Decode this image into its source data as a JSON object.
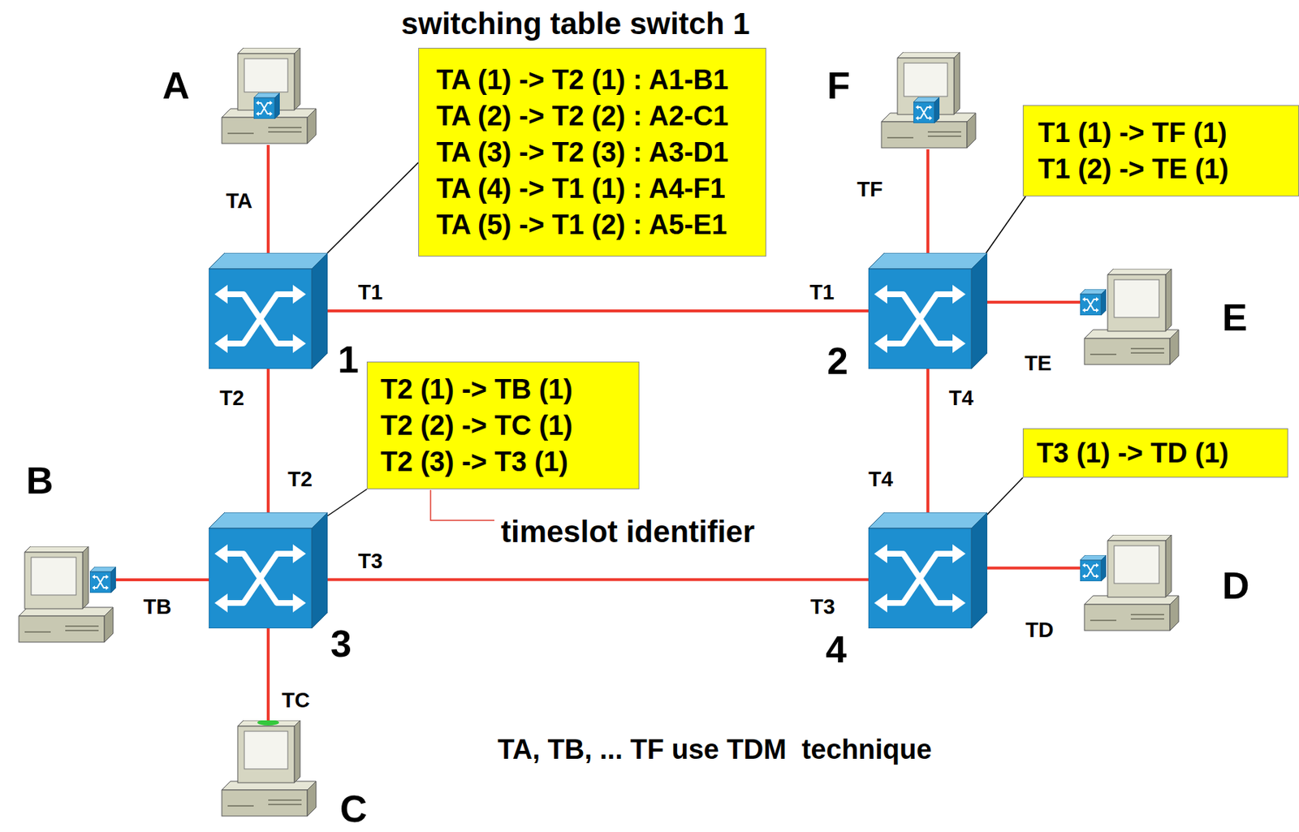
{
  "diagram": {
    "title": "switching table switch 1",
    "nodes": [
      {
        "text": [
          "A"
        ]
      },
      {
        "text": [
          "TA (1) -> T2 (1) : A1-B1",
          "TA (2) -> T2 (2) : A2-C1",
          "TA (3) -> T2 (3) : A3-D1",
          "TA (4) -> T1 (1) : A4-F1",
          "TA (5) -> T1 (2) : A5-E1"
        ]
      },
      {
        "text": [
          "F"
        ]
      },
      {
        "text": [
          "T1 (1) -> TF (1)",
          "T1 (2) -> TE (1)"
        ]
      },
      {
        "text": [
          "1"
        ]
      },
      {
        "text": [
          "2"
        ]
      },
      {
        "text": [
          "E"
        ]
      },
      {
        "text": [
          "T2 (1) -> TB (1)",
          "T2 (2) -> TC (1)",
          "T2 (3) -> T3 (1)"
        ]
      },
      {
        "text": [
          "B"
        ]
      },
      {
        "text": [
          "T3 (1) -> TD (1)"
        ]
      },
      {
        "text": [
          "3"
        ]
      },
      {
        "text": [
          "4"
        ]
      },
      {
        "text": [
          "D"
        ]
      },
      {
        "text": [
          "C"
        ]
      }
    ],
    "edges": [
      {
        "from": 0,
        "to": 4,
        "arrow": "none"
      },
      {
        "from": 4,
        "to": 5,
        "arrow": "none"
      },
      {
        "from": 4,
        "to": 10,
        "arrow": "none"
      },
      {
        "from": 2,
        "to": 5,
        "arrow": "none"
      },
      {
        "from": 5,
        "to": 6,
        "arrow": "none"
      },
      {
        "from": 5,
        "to": 11,
        "arrow": "none"
      },
      {
        "from": 8,
        "to": 10,
        "arrow": "none"
      },
      {
        "from": 10,
        "to": 13,
        "arrow": "none"
      },
      {
        "from": 10,
        "to": 11,
        "arrow": "none"
      },
      {
        "from": 11,
        "to": 12,
        "arrow": "none"
      },
      {
        "from": 1,
        "to": 4,
        "arrow": "none"
      },
      {
        "from": 3,
        "to": 5,
        "arrow": "none"
      },
      {
        "from": 7,
        "to": 10,
        "arrow": "none"
      },
      {
        "from": 9,
        "to": 11,
        "arrow": "none"
      }
    ],
    "labels": [
      "TA",
      "T1",
      "T1",
      "T2",
      "T2",
      "TF",
      "TE",
      "T4",
      "T4",
      "TB",
      "T3",
      "T3",
      "TC",
      "TD",
      "timeslot identifier",
      "TA, TB, ... TF use TDM  technique"
    ]
  }
}
